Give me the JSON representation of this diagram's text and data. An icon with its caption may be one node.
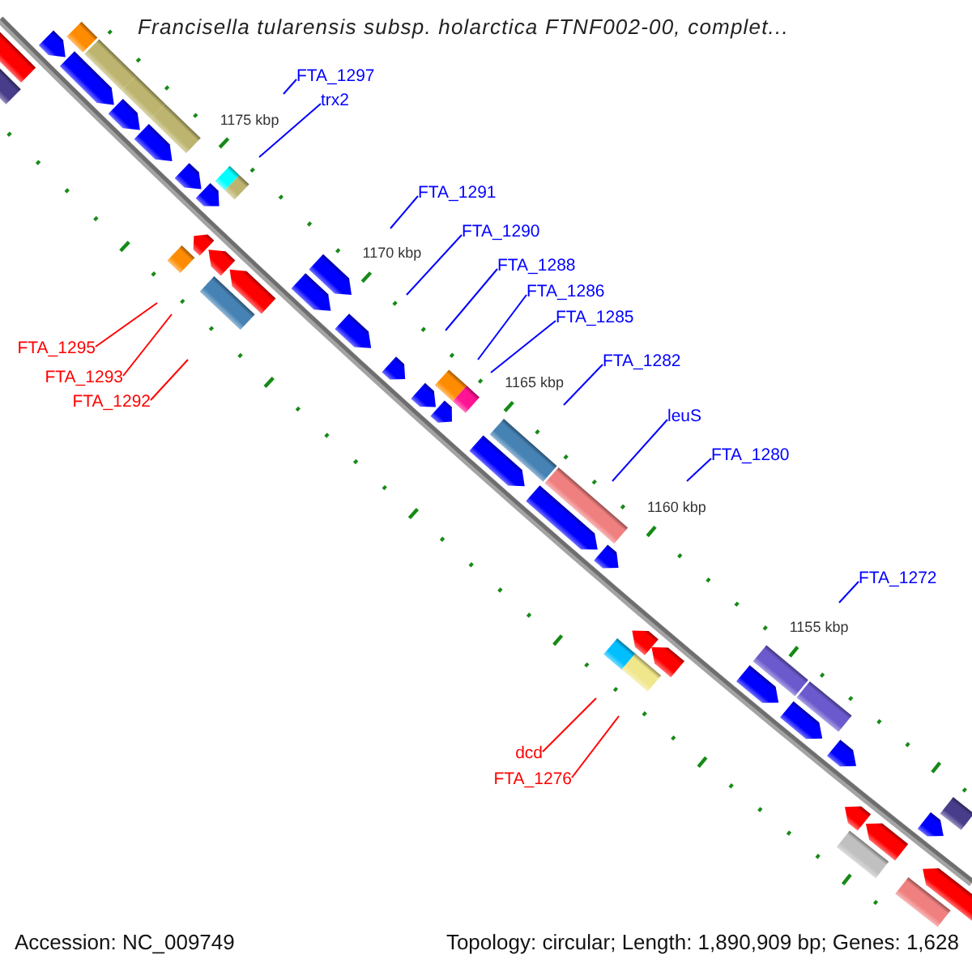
{
  "diagram": {
    "title": "Francisella tularensis subsp. holarctica FTNF002-00, complet...",
    "nodes": [
      {
        "text": [
          "FTA_1297"
        ]
      },
      {
        "text": [
          "trx2"
        ]
      },
      {
        "text": [
          "FTA_1291"
        ]
      },
      {
        "text": [
          "FTA_1290"
        ]
      },
      {
        "text": [
          "FTA_1288"
        ]
      },
      {
        "text": [
          "FTA_1286"
        ]
      },
      {
        "text": [
          "FTA_1285"
        ]
      },
      {
        "text": [
          "FTA_1295"
        ]
      },
      {
        "text": [
          "FTA_1282"
        ]
      },
      {
        "text": [
          "FTA_1293"
        ]
      },
      {
        "text": [
          "FTA_1292"
        ]
      },
      {
        "text": [
          "leuS"
        ]
      },
      {
        "text": [
          "FTA_1280"
        ]
      },
      {
        "text": [
          "FTA_1272"
        ]
      },
      {
        "text": [
          "dcd"
        ]
      },
      {
        "text": [
          "FTA_1276"
        ]
      }
    ],
    "edges": [
      {
        "from": 0,
        "to": null,
        "arrow": "none"
      },
      {
        "from": 1,
        "to": null,
        "arrow": "none"
      },
      {
        "from": 2,
        "to": null,
        "arrow": "none"
      },
      {
        "from": 3,
        "to": null,
        "arrow": "none"
      },
      {
        "from": 4,
        "to": null,
        "arrow": "none"
      },
      {
        "from": 5,
        "to": null,
        "arrow": "none"
      },
      {
        "from": 6,
        "to": null,
        "arrow": "none"
      },
      {
        "from": 7,
        "to": null,
        "arrow": "none",
        "color": "#ff0000"
      },
      {
        "from": 8,
        "to": null,
        "arrow": "none"
      },
      {
        "from": 9,
        "to": null,
        "arrow": "none",
        "color": "#ff0000"
      },
      {
        "from": 10,
        "to": null,
        "arrow": "none",
        "color": "#ff0000"
      },
      {
        "from": 11,
        "to": null,
        "arrow": "none"
      },
      {
        "from": 12,
        "to": null,
        "arrow": "none"
      },
      {
        "from": 13,
        "to": null,
        "arrow": "none"
      },
      {
        "from": 14,
        "to": null,
        "arrow": "none",
        "color": "#ff0000"
      },
      {
        "from": 15,
        "to": null,
        "arrow": "none",
        "color": "#ff0000"
      }
    ],
    "labels": [
      "1175 kbp",
      "1170 kbp",
      "1165 kbp",
      "1160 kbp",
      "1155 kbp",
      "Accession: NC_009749",
      "Topology: circular; Length: 1,890,909 bp; Genes: 1,628"
    ]
  }
}
